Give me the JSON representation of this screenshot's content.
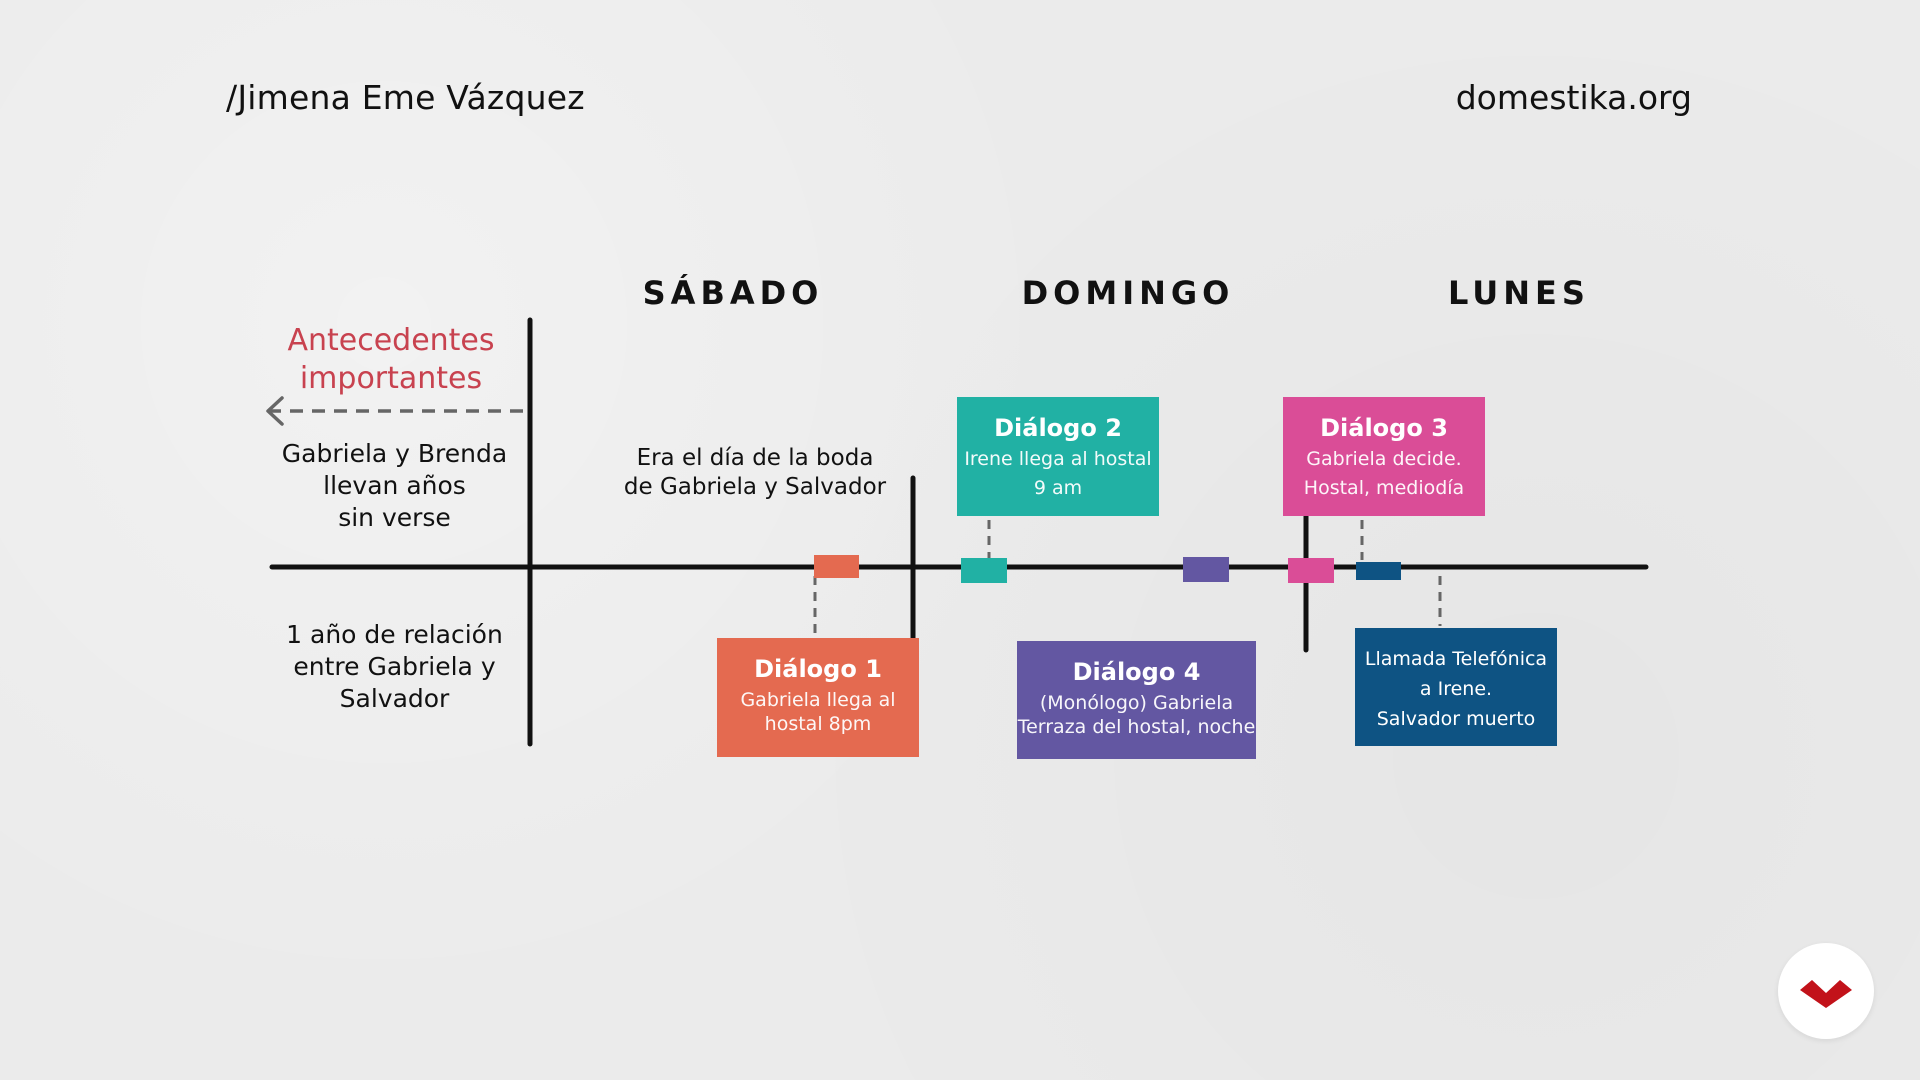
{
  "header": {
    "author": "/Jimena Eme Vázquez",
    "site": "domestika.org"
  },
  "days": [
    {
      "label": "SÁBADO"
    },
    {
      "label": "DOMINGO"
    },
    {
      "label": "LUNES"
    }
  ],
  "background": {
    "title_lines": [
      "Antecedentes",
      "importantes"
    ],
    "above_lines": [
      "Gabriela y Brenda",
      "llevan años",
      "sin verse"
    ],
    "below_lines": [
      "1 año de relación",
      "entre Gabriela y",
      "Salvador"
    ]
  },
  "annotation": {
    "lines": [
      "Era el día de la boda",
      "de Gabriela y Salvador"
    ]
  },
  "events": {
    "d1": {
      "title": "Diálogo 1",
      "lines": [
        "Gabriela llega al",
        "hostal 8pm"
      ],
      "color": "#e46a50"
    },
    "d2": {
      "title": "Diálogo 2",
      "lines": [
        "Irene llega al hostal",
        "9 am"
      ],
      "color": "#21b1a4"
    },
    "d3": {
      "title": "Diálogo 3",
      "lines": [
        "Gabriela decide.",
        "Hostal, mediodía"
      ],
      "color": "#da4d97"
    },
    "d4": {
      "title": "Diálogo 4",
      "lines": [
        "(Monólogo) Gabriela",
        "Terraza del hostal, noche"
      ],
      "color": "#6357a2"
    },
    "llamada": {
      "title": "",
      "lines": [
        "Llamada Telefónica",
        "a Irene.",
        "Salvador muerto"
      ],
      "color": "#0e5383"
    }
  },
  "colors": {
    "title_red": "#c8424f",
    "line": "#111111",
    "dash": "#666666",
    "brand": "#c2121a",
    "paper": "#ebebeb"
  },
  "icons": {
    "back_arrow": "arrow-left-icon",
    "brand_logo": "domestika-logo-icon"
  }
}
